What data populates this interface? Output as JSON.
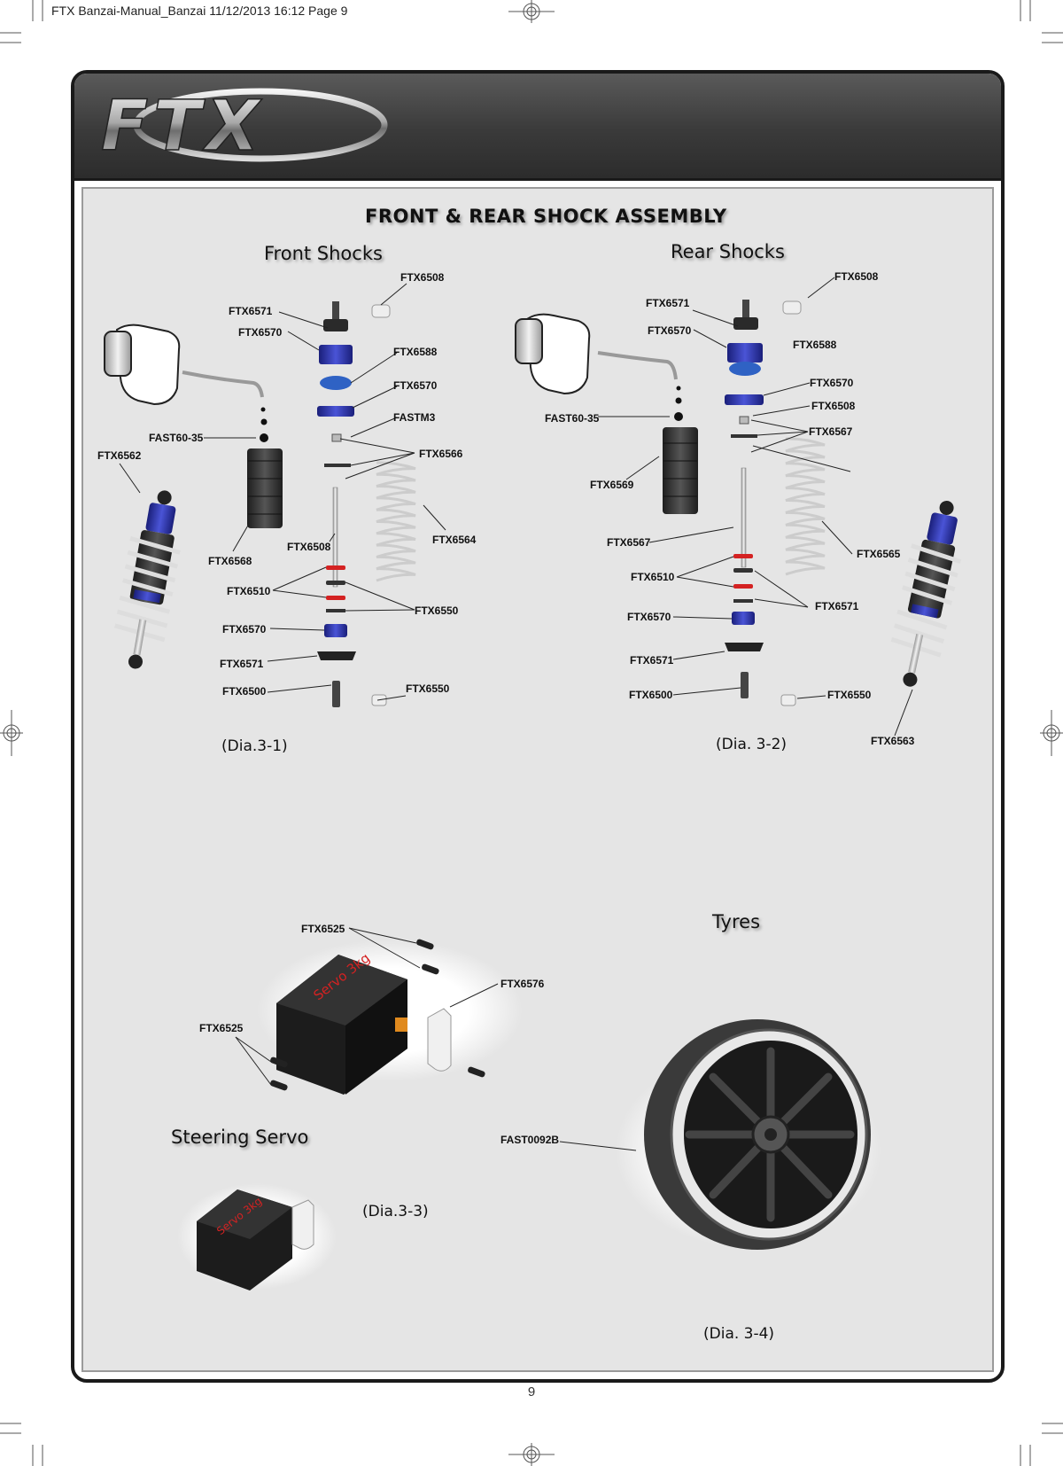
{
  "slug": "FTX Banzai-Manual_Banzai  11/12/2013  16:12  Page 9",
  "page_number": "9",
  "logo_text": "FTX",
  "title": "FRONT & REAR SHOCK ASSEMBLY",
  "sections": {
    "front": "Front Shocks",
    "rear": "Rear Shocks",
    "servo": "Steering Servo",
    "tyres": "Tyres"
  },
  "servo_label": "Servo 3kg",
  "captions": {
    "dia_3_1": "(Dia.3-1)",
    "dia_3_2": "(Dia. 3-2)",
    "dia_3_3": "(Dia.3-3)",
    "dia_3_4": "(Dia. 3-4)"
  },
  "front_parts": {
    "ftx6508_top": "FTX6508",
    "ftx6571_top": "FTX6571",
    "ftx6570_top": "FTX6570",
    "ftx6588": "FTX6588",
    "ftx6570_mid": "FTX6570",
    "fastm3": "FASTM3",
    "fast60_35": "FAST60-35",
    "ftx6562": "FTX6562",
    "ftx6566": "FTX6566",
    "ftx6564": "FTX6564",
    "ftx6508_mid": "FTX6508",
    "ftx6568": "FTX6568",
    "ftx6510": "FTX6510",
    "ftx6550_mid": "FTX6550",
    "ftx6570_low": "FTX6570",
    "ftx6571_low": "FTX6571",
    "ftx6500": "FTX6500",
    "ftx6550_low": "FTX6550"
  },
  "rear_parts": {
    "ftx6508_top": "FTX6508",
    "ftx6571_top": "FTX6571",
    "ftx6570_top": "FTX6570",
    "ftx6588": "FTX6588",
    "ftx6570_mid": "FTX6570",
    "ftx6508_mid": "FTX6508",
    "ftx6567_top": "FTX6567",
    "fast60_35": "FAST60-35",
    "ftx6569": "FTX6569",
    "ftx6567_low": "FTX6567",
    "ftx6565": "FTX6565",
    "ftx6510": "FTX6510",
    "ftx6571_mid": "FTX6571",
    "ftx6570_low": "FTX6570",
    "ftx6571_low": "FTX6571",
    "ftx6500": "FTX6500",
    "ftx6550": "FTX6550",
    "ftx6563": "FTX6563"
  },
  "servo_parts": {
    "ftx6525_top": "FTX6525",
    "ftx6576": "FTX6576",
    "ftx6525_left": "FTX6525"
  },
  "tyre_parts": {
    "fast0092b": "FAST0092B"
  },
  "colors": {
    "header": "#3a3a3a",
    "panel": "#e5e5e5",
    "shock_blue": "#2b2f9e",
    "oring_red": "#d42222",
    "servo_black": "#1c1c1c",
    "servo_text": "#d42222",
    "output_orange": "#e08a1e"
  }
}
